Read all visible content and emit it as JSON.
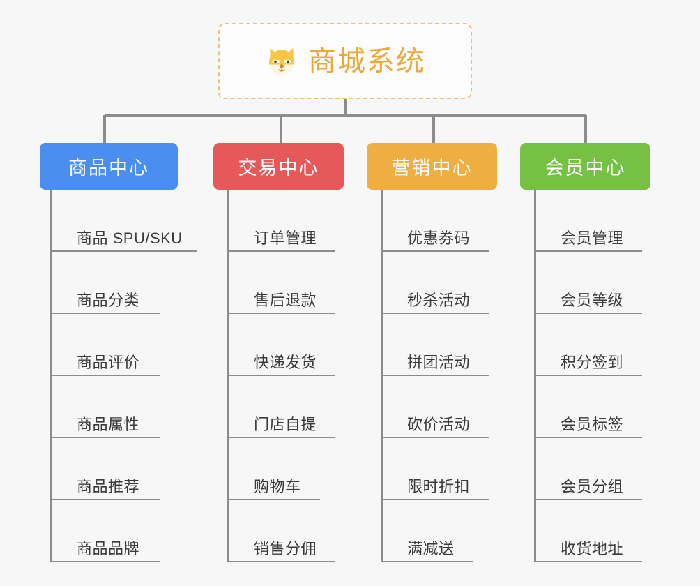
{
  "root": {
    "title": "商城系统",
    "icon": "shiba-dog-icon",
    "border_color": "#f0c078",
    "text_color": "#efa838",
    "background": "#fdfdfd"
  },
  "canvas": {
    "background": "#f7f7f7",
    "connector_color": "#8c8c8c",
    "leaf_rule_color": "#8c8c8c",
    "leaf_text_color": "#3b3b3b"
  },
  "branches": [
    {
      "label": "商品中心",
      "color": "#4a8ef0",
      "leaves": [
        {
          "label": "商品 SPU/SKU",
          "rule_width": 208
        },
        {
          "label": "商品分类",
          "rule_width": 155
        },
        {
          "label": "商品评价",
          "rule_width": 155
        },
        {
          "label": "商品属性",
          "rule_width": 155
        },
        {
          "label": "商品推荐",
          "rule_width": 155
        },
        {
          "label": "商品品牌",
          "rule_width": 155
        }
      ]
    },
    {
      "label": "交易中心",
      "color": "#e6595a",
      "leaves": [
        {
          "label": "订单管理",
          "rule_width": 152
        },
        {
          "label": "售后退款",
          "rule_width": 152
        },
        {
          "label": "快递发货",
          "rule_width": 152
        },
        {
          "label": "门店自提",
          "rule_width": 152
        },
        {
          "label": "购物车",
          "rule_width": 130
        },
        {
          "label": "销售分佣",
          "rule_width": 152
        }
      ]
    },
    {
      "label": "营销中心",
      "color": "#eeae42",
      "leaves": [
        {
          "label": "优惠券码",
          "rule_width": 152
        },
        {
          "label": "秒杀活动",
          "rule_width": 152
        },
        {
          "label": "拼团活动",
          "rule_width": 152
        },
        {
          "label": "砍价活动",
          "rule_width": 152
        },
        {
          "label": "限时折扣",
          "rule_width": 152
        },
        {
          "label": "满减送",
          "rule_width": 130
        }
      ]
    },
    {
      "label": "会员中心",
      "color": "#76c043",
      "leaves": [
        {
          "label": "会员管理",
          "rule_width": 152
        },
        {
          "label": "会员等级",
          "rule_width": 152
        },
        {
          "label": "积分签到",
          "rule_width": 152
        },
        {
          "label": "会员标签",
          "rule_width": 152
        },
        {
          "label": "会员分组",
          "rule_width": 152
        },
        {
          "label": "收货地址",
          "rule_width": 152
        }
      ]
    }
  ]
}
